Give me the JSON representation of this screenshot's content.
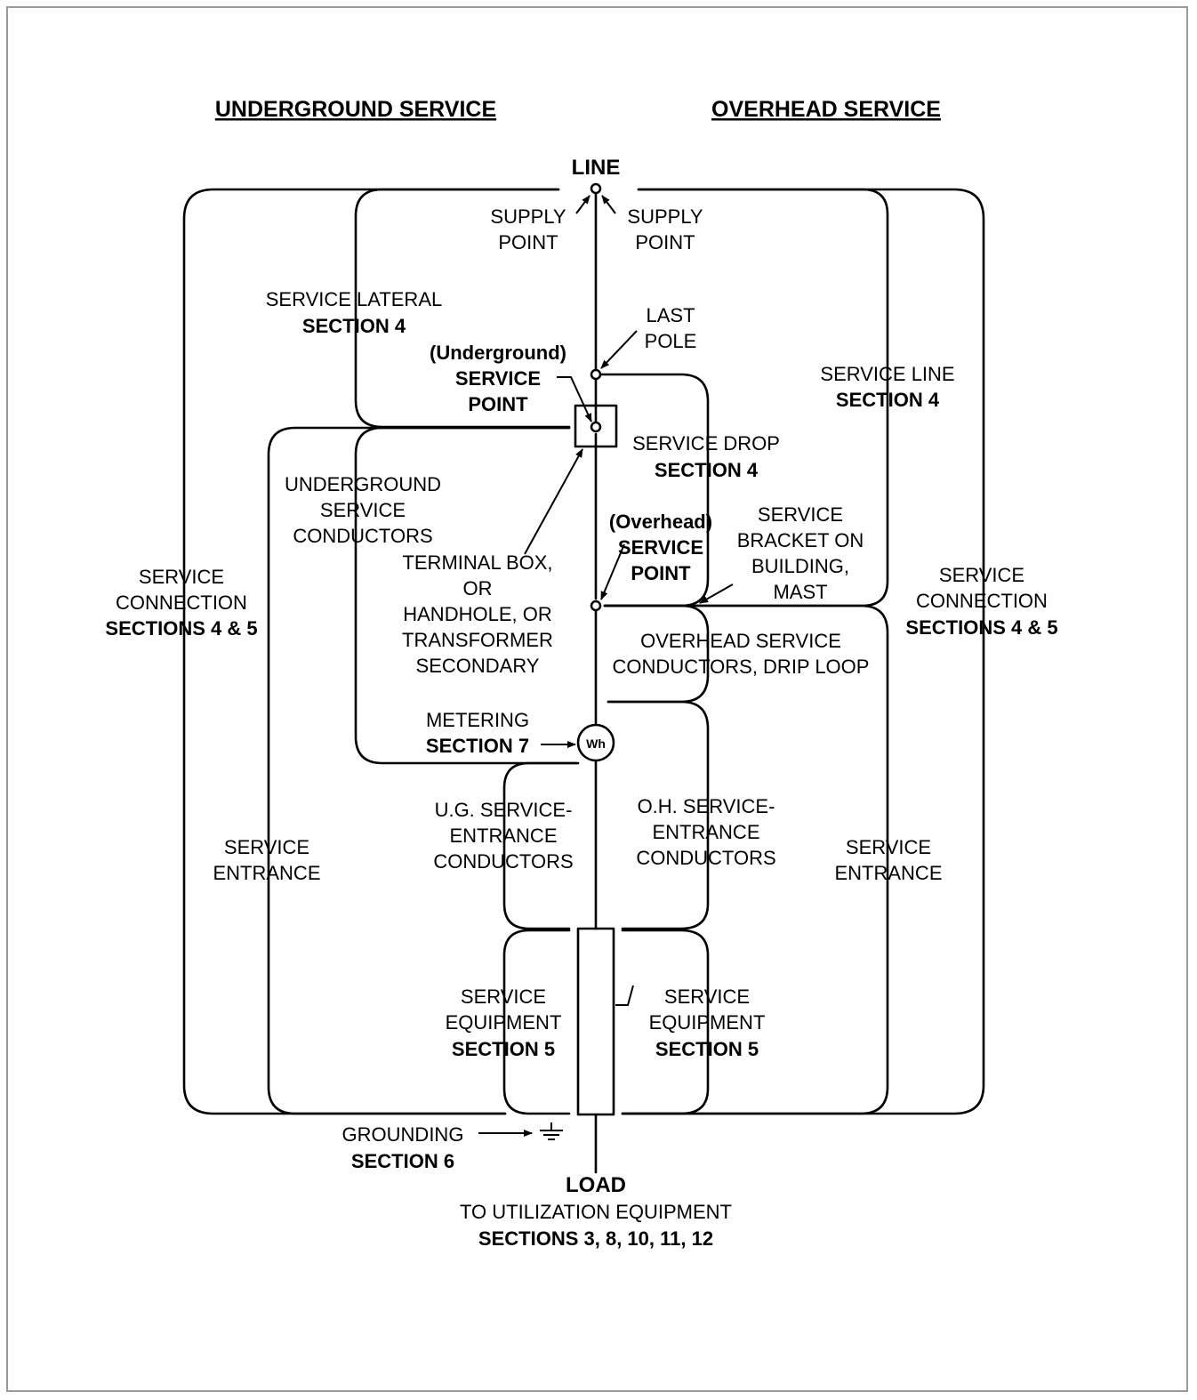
{
  "headings": {
    "underground": "UNDERGROUND SERVICE",
    "overhead": "OVERHEAD SERVICE"
  },
  "line_label": "LINE",
  "supply_point_left": [
    "SUPPLY",
    "POINT"
  ],
  "supply_point_right": [
    "SUPPLY",
    "POINT"
  ],
  "service_lateral": {
    "name": "SERVICE LATERAL",
    "section": "SECTION 4"
  },
  "last_pole": [
    "LAST",
    "POLE"
  ],
  "ug_service_point": [
    "(Underground)",
    "SERVICE",
    "POINT"
  ],
  "service_line": {
    "name": "SERVICE LINE",
    "section": "SECTION 4"
  },
  "service_drop": {
    "name": "SERVICE DROP",
    "section": "SECTION 4"
  },
  "ug_service_conductors": [
    "UNDERGROUND",
    "SERVICE",
    "CONDUCTORS"
  ],
  "oh_service_point": [
    "(Overhead)",
    "SERVICE",
    "POINT"
  ],
  "service_bracket": [
    "SERVICE",
    "BRACKET ON",
    "BUILDING,",
    "MAST"
  ],
  "terminal_box": [
    "TERMINAL BOX,",
    "OR",
    "HANDHOLE, OR",
    "TRANSFORMER",
    "SECONDARY"
  ],
  "service_connection_left": {
    "lines": [
      "SERVICE",
      "CONNECTION"
    ],
    "section": "SECTIONS 4 & 5"
  },
  "service_connection_right": {
    "lines": [
      "SERVICE",
      "CONNECTION"
    ],
    "section": "SECTIONS 4 & 5"
  },
  "oh_service_conductors": [
    "OVERHEAD SERVICE",
    "CONDUCTORS, DRIP LOOP"
  ],
  "metering": {
    "name": "METERING",
    "section": "SECTION 7",
    "meter_symbol": "Wh"
  },
  "ug_entrance_conductors": [
    "U.G. SERVICE-",
    "ENTRANCE",
    "CONDUCTORS"
  ],
  "oh_entrance_conductors": [
    "O.H. SERVICE-",
    "ENTRANCE",
    "CONDUCTORS"
  ],
  "service_entrance_left": [
    "SERVICE",
    "ENTRANCE"
  ],
  "service_entrance_right": [
    "SERVICE",
    "ENTRANCE"
  ],
  "service_equipment_left": {
    "lines": [
      "SERVICE",
      "EQUIPMENT"
    ],
    "section": "SECTION 5"
  },
  "service_equipment_right": {
    "lines": [
      "SERVICE",
      "EQUIPMENT"
    ],
    "section": "SECTION 5"
  },
  "grounding": {
    "name": "GROUNDING",
    "section": "SECTION 6"
  },
  "load": {
    "name": "LOAD",
    "description": "TO UTILIZATION EQUIPMENT",
    "sections": "SECTIONS 3, 8, 10, 11, 12"
  }
}
